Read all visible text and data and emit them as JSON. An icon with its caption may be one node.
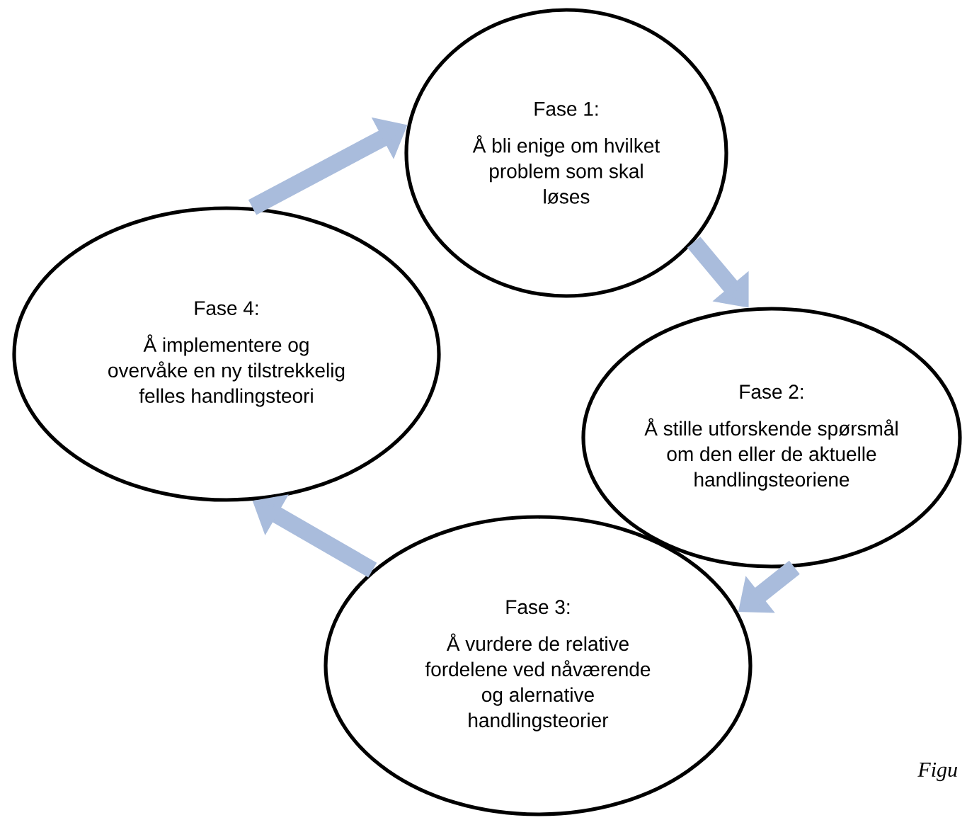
{
  "diagram": {
    "nodes": [
      {
        "text": [
          "Fase 1:",
          "Å bli enige om hvilket problem som skal løses"
        ]
      },
      {
        "text": [
          "Fase 2:",
          "Å stille utforskende spørsmål om den eller de aktuelle handlingsteoriene"
        ]
      },
      {
        "text": [
          "Fase 3:",
          "Å vurdere de relative fordelene ved nåværende og alernative handlingsteorier"
        ]
      },
      {
        "text": [
          "Fase 4:",
          "Å implementere og overvåke en ny tilstrekkelig felles handlingsteori"
        ]
      }
    ],
    "edges": [
      {
        "from": 0,
        "to": 1,
        "arrow": "to"
      },
      {
        "from": 1,
        "to": 2,
        "arrow": "to"
      },
      {
        "from": 2,
        "to": 3,
        "arrow": "to"
      },
      {
        "from": 3,
        "to": 0,
        "arrow": "to"
      }
    ],
    "labels": [
      "Figu"
    ]
  }
}
